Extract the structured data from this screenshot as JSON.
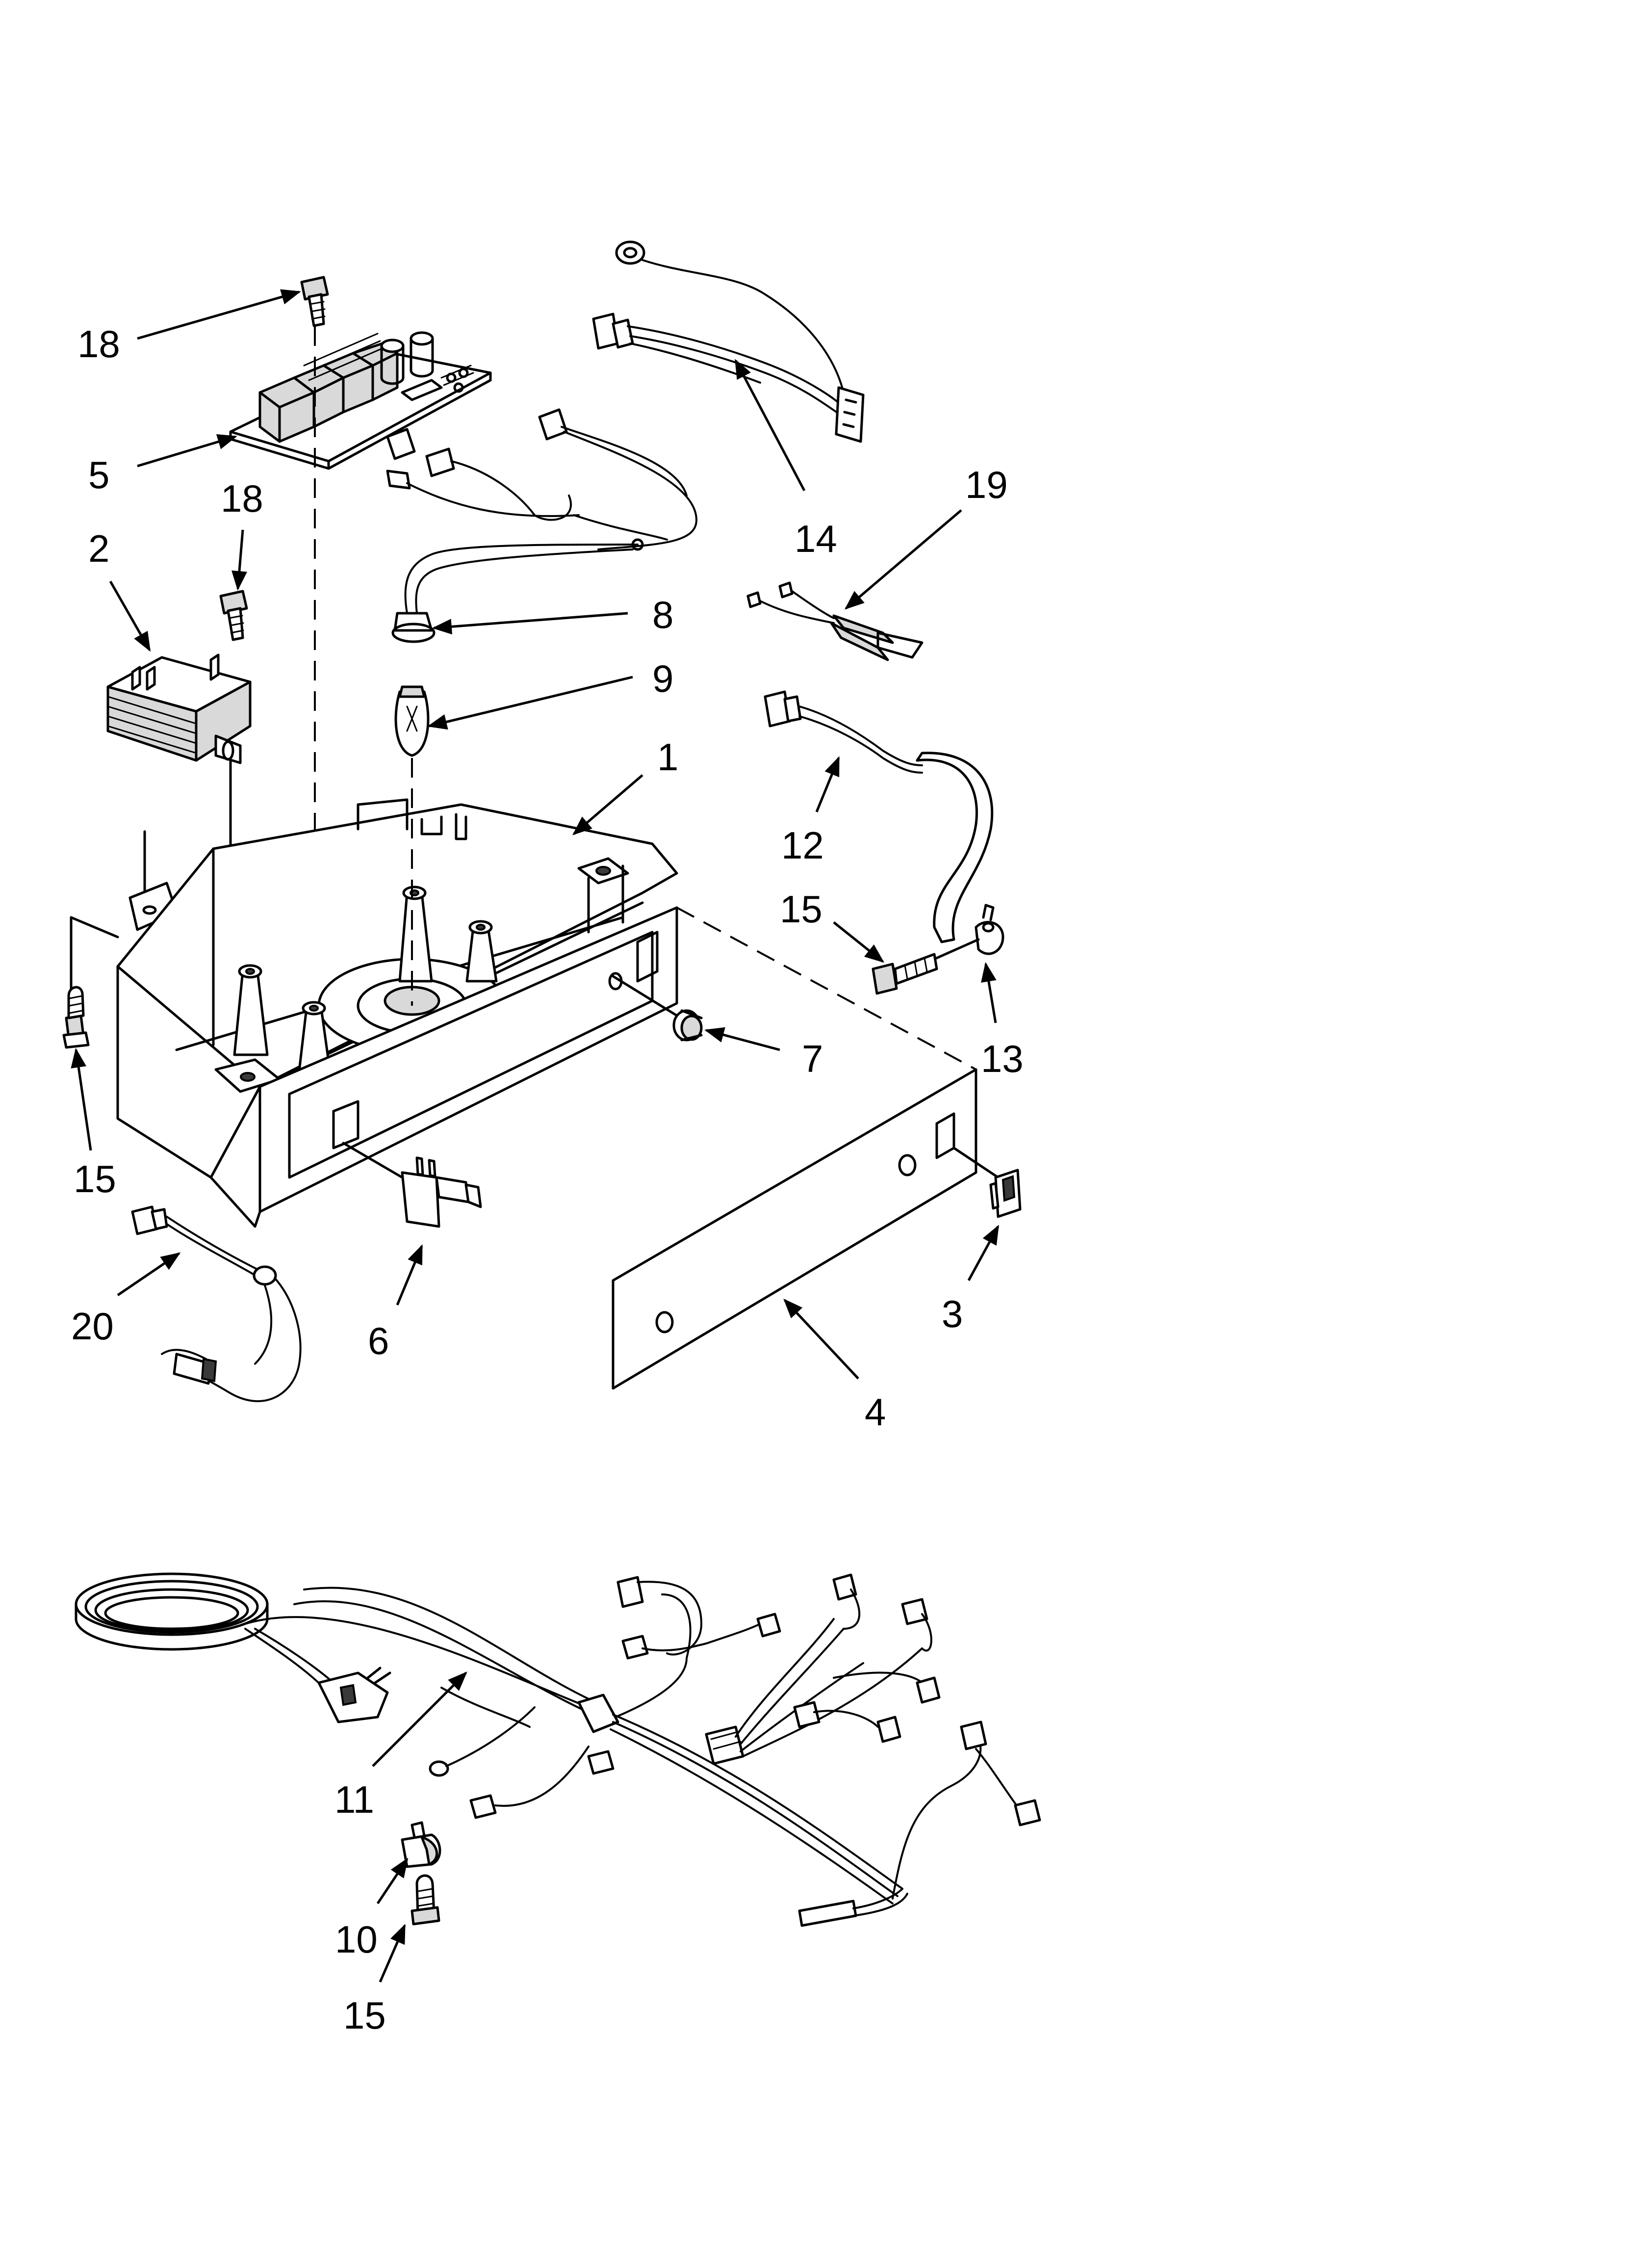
{
  "colors": {
    "line": "#000000",
    "background": "#ffffff",
    "shade": "#d9d9d9"
  },
  "callouts": {
    "c1": "1",
    "c2": "2",
    "c3": "3",
    "c4": "4",
    "c5": "5",
    "c6": "6",
    "c7": "7",
    "c8": "8",
    "c9": "9",
    "c10": "10",
    "c11": "11",
    "c12": "12",
    "c13": "13",
    "c14": "14",
    "c15a": "15",
    "c15b": "15",
    "c15c": "15",
    "c18a": "18",
    "c18b": "18",
    "c19": "19",
    "c20": "20"
  }
}
